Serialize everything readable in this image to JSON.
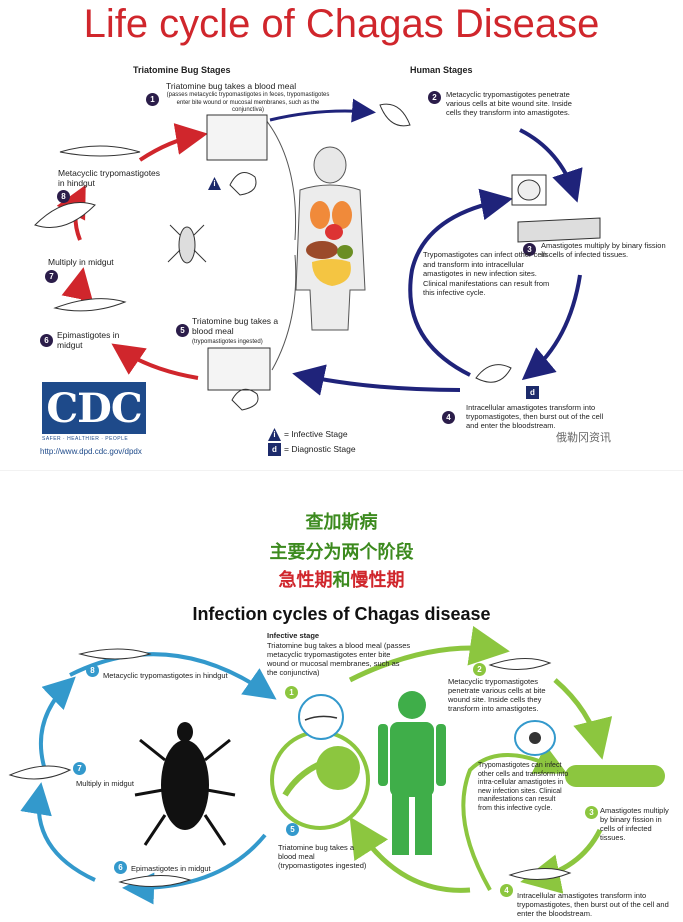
{
  "top": {
    "title": "Life cycle of Chagas Disease",
    "bug_stages_heading": "Triatomine Bug Stages",
    "human_stages_heading": "Human Stages",
    "step1": {
      "num": "1",
      "main": "Triatomine bug takes a blood meal",
      "sub": "(passes metacyclic trypomastigotes in feces, trypomastigotes enter bite wound or mucosal membranes, such as the conjunctiva)"
    },
    "step2": {
      "num": "2",
      "text": "Metacyclic trypomastigotes penetrate various cells at bite wound site. Inside cells they transform into amastigotes."
    },
    "step3": {
      "num": "3",
      "text": "Amastigotes multiply by binary fission in cells of infected tissues."
    },
    "step4": {
      "num": "4",
      "text": "Intracellular amastigotes transform into trypomastigotes, then burst out of the cell and enter the bloodstream."
    },
    "step5": {
      "num": "5",
      "main": "Triatomine bug takes a blood meal",
      "sub": "(trypomastigotes ingested)"
    },
    "step6": {
      "num": "6",
      "text": "Epimastigotes in midgut"
    },
    "step7": {
      "num": "7",
      "text": "Multiply in midgut"
    },
    "step8": {
      "num": "8",
      "text": "Metacyclic trypomastigotes in hindgut"
    },
    "center_note": "Trypomastigotes can infect other cells and transform into intracellular amastigotes in new infection sites. Clinical manifestations can result from this infective cycle.",
    "legend_infective": "= Infective Stage",
    "legend_diagnostic": "= Diagnostic Stage",
    "stage_i": "i",
    "stage_d": "d",
    "cdc_logo": "CDC",
    "cdc_tagline": "SAFER · HEALTHIER · PEOPLE",
    "url": "http://www.dpd.cdc.gov/dpdx",
    "watermark": "俄勒冈资讯"
  },
  "middle": {
    "line1": "查加斯病",
    "line2": "主要分为两个阶段",
    "line3_a": "急性期",
    "line3_b": "和",
    "line3_c": "慢性期"
  },
  "bottom": {
    "title": "Infection cycles of Chagas disease",
    "infective_stage": "Infective stage",
    "step1": {
      "num": "1",
      "text": "Triatomine bug takes a blood meal (passes metacyclic trypomastigotes enter bite wound or mucosal membranes, such as the conjunctiva)"
    },
    "step2": {
      "num": "2",
      "text": "Metacyclic trypomastigotes penetrate various cells at bite wound site. Inside cells they transform into amastigotes."
    },
    "step3": {
      "num": "3",
      "text": "Amastigotes multiply by binary fission in cells of infected tissues."
    },
    "step4": {
      "num": "4",
      "text": "Intracellular amastigotes transform into trypomastigotes, then burst out of the cell and enter the bloodstream."
    },
    "step5": {
      "num": "5",
      "text": "Triatomine bug takes a blood meal (trypomastigotes ingested)"
    },
    "step6": {
      "num": "6",
      "text": "Epimastigotes in midgut"
    },
    "step7": {
      "num": "7",
      "text": "Multiply in midgut"
    },
    "step8": {
      "num": "8",
      "text": "Metacyclic trypomastigotes in hindgut"
    },
    "center_note": "Trypomastigotes can infect other cells and transform into intra-cellular amastigotes in new infection sites. Clinical manifestations can result from this infective cycle."
  },
  "colors": {
    "title_red": "#d0262c",
    "cycle_red": "#d0262c",
    "cycle_navy": "#1f237a",
    "cn_green": "#3c8a1e",
    "cn_red": "#d0262c",
    "green": "#8cc63f",
    "blue": "#3399cc"
  }
}
